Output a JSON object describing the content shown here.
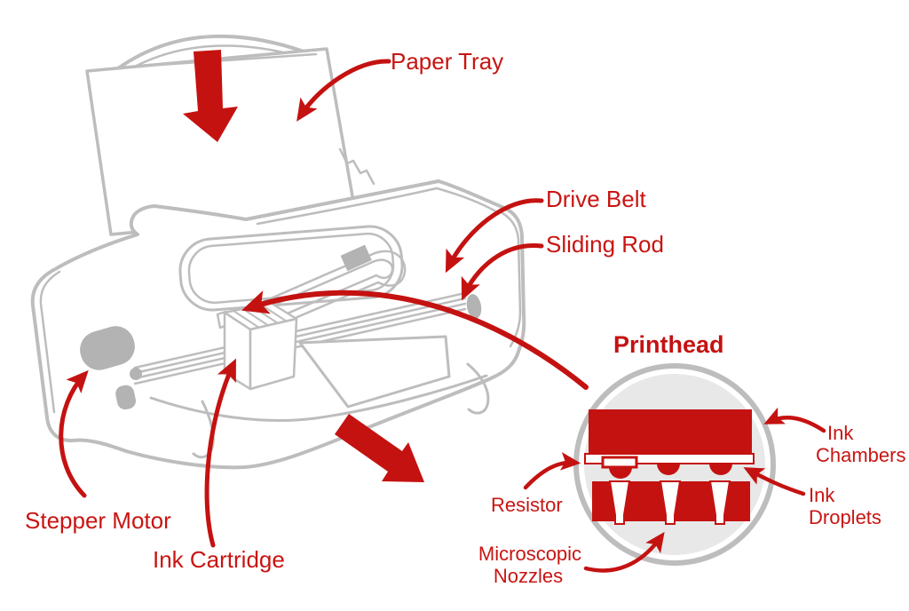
{
  "diagram": {
    "title_implicit": "Inkjet printer parts diagram",
    "colors": {
      "accent_red": "#C41211",
      "outline_gray": "#BDBDBD",
      "solid_gray": "#B3B3B3",
      "inset_disc_gray": "#E8E8E8",
      "background": "#FFFFFF"
    },
    "labels": {
      "paper_tray": "Paper Tray",
      "drive_belt": "Drive Belt",
      "sliding_rod": "Sliding Rod",
      "stepper_motor": "Stepper Motor",
      "ink_cartridge": "Ink Cartridge"
    },
    "inset": {
      "title": "Printhead",
      "ink_chambers": {
        "line1": "Ink",
        "line2": "Chambers"
      },
      "resistor": "Resistor",
      "ink_droplets": {
        "line1": "Ink",
        "line2": "Droplets"
      },
      "microscopic_nozzles": {
        "line1": "Microscopic",
        "line2": "Nozzles"
      }
    }
  }
}
